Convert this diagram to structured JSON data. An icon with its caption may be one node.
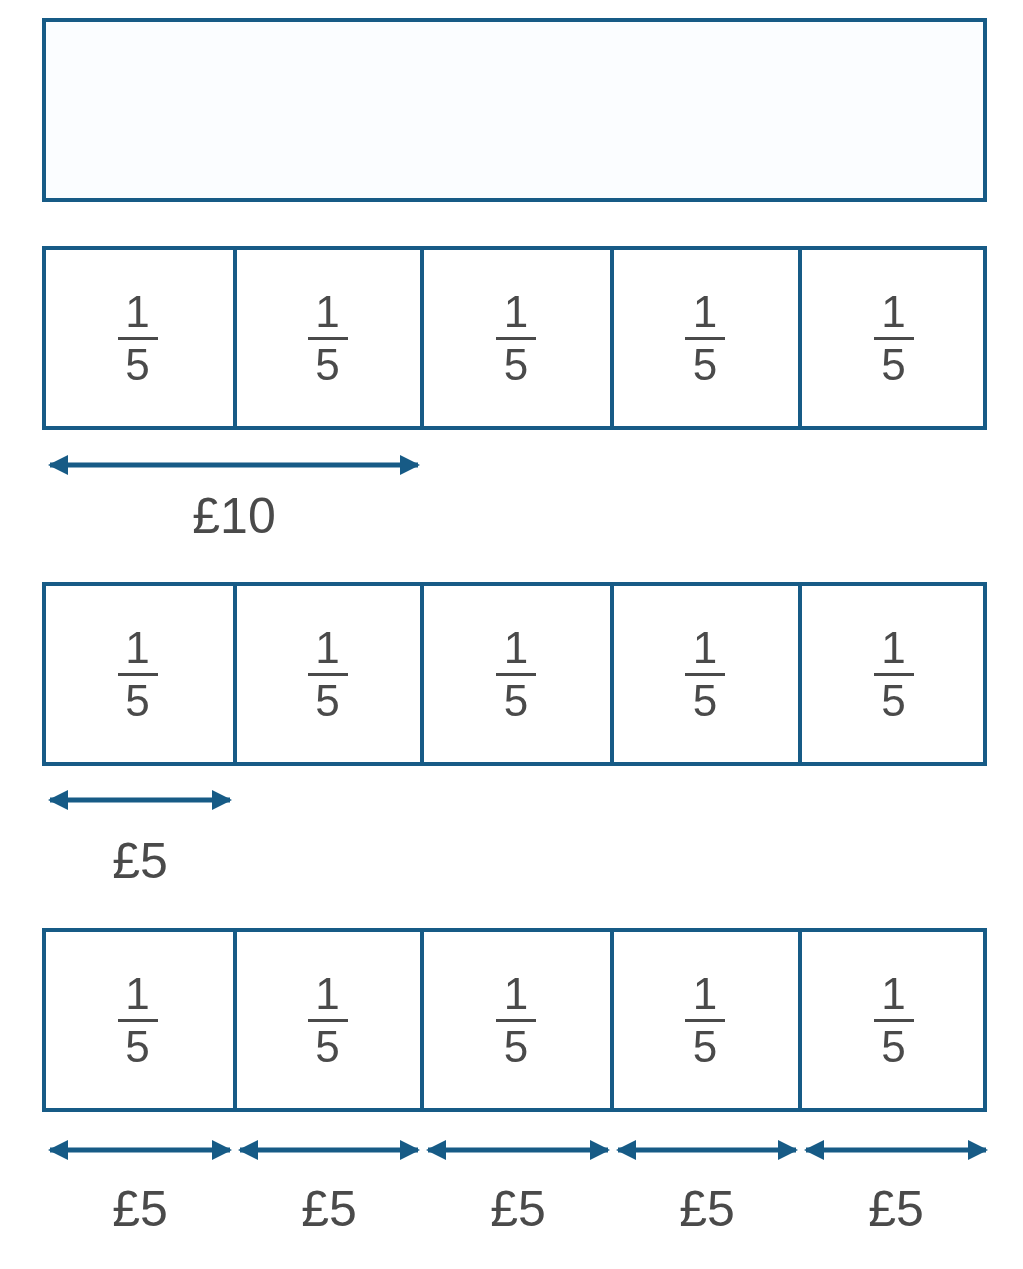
{
  "diagram": {
    "nodes": [
      {
        "text": [],
        "shape": "bar"
      },
      {
        "text": [],
        "shape": "bar"
      },
      {
        "text": [
          "1",
          "5"
        ],
        "in": 1
      },
      {
        "text": [
          "1",
          "5"
        ],
        "in": 1
      },
      {
        "text": [
          "1",
          "5"
        ],
        "in": 1
      },
      {
        "text": [
          "1",
          "5"
        ],
        "in": 1
      },
      {
        "text": [
          "1",
          "5"
        ],
        "in": 1
      },
      {
        "text": [],
        "shape": "bar"
      },
      {
        "text": [
          "1",
          "5"
        ],
        "in": 7
      },
      {
        "text": [
          "1",
          "5"
        ],
        "in": 7
      },
      {
        "text": [
          "1",
          "5"
        ],
        "in": 7
      },
      {
        "text": [
          "1",
          "5"
        ],
        "in": 7
      },
      {
        "text": [
          "1",
          "5"
        ],
        "in": 7
      },
      {
        "text": [],
        "shape": "bar"
      },
      {
        "text": [
          "1",
          "5"
        ],
        "in": 13
      },
      {
        "text": [
          "1",
          "5"
        ],
        "in": 13
      },
      {
        "text": [
          "1",
          "5"
        ],
        "in": 13
      },
      {
        "text": [
          "1",
          "5"
        ],
        "in": 13
      },
      {
        "text": [
          "1",
          "5"
        ],
        "in": 13
      }
    ],
    "labels": [
      "£10",
      "£5",
      "£5",
      "£5",
      "£5",
      "£5",
      "£5"
    ]
  }
}
